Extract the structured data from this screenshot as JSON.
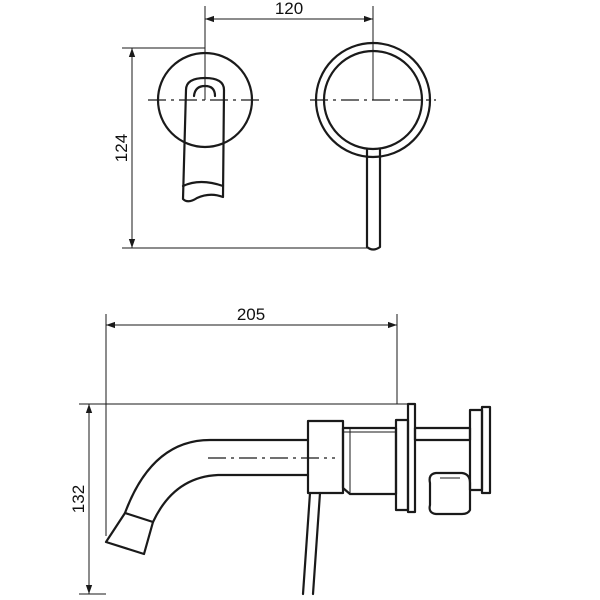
{
  "dimensions": {
    "top_width": "120",
    "top_height": "124",
    "side_width": "205",
    "side_height": "132"
  }
}
